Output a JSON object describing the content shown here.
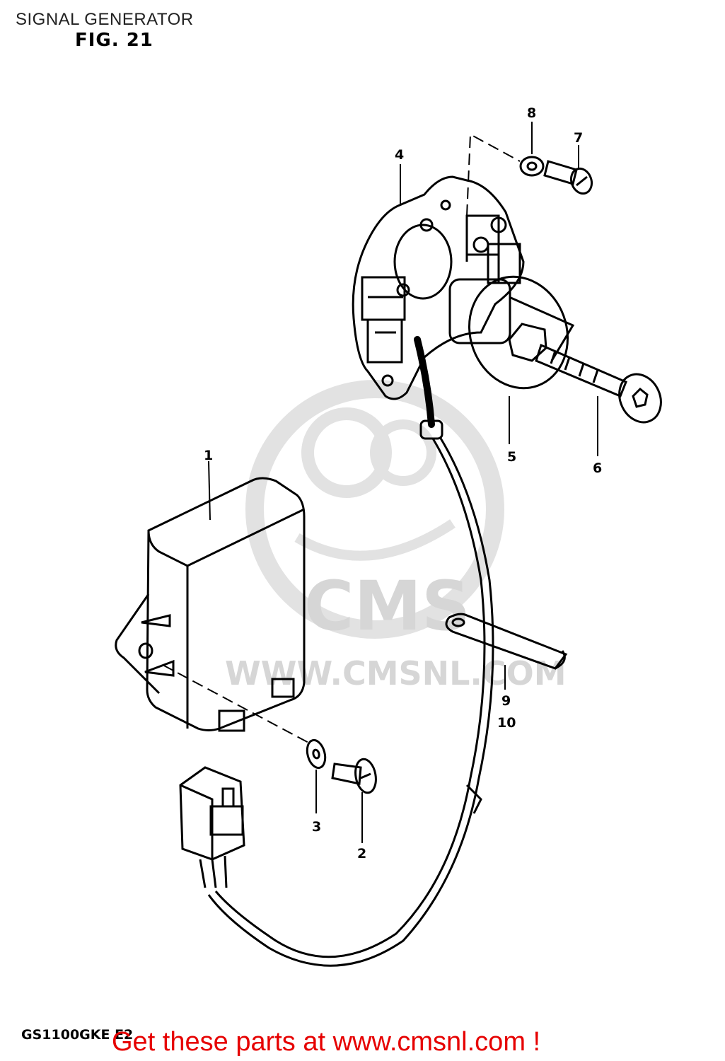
{
  "header": {
    "title": "SIGNAL GENERATOR",
    "figure": "FIG. 21"
  },
  "parts": {
    "p1": "1",
    "p2": "2",
    "p3": "3",
    "p4": "4",
    "p5": "5",
    "p6": "6",
    "p7": "7",
    "p8": "8",
    "p9": "9",
    "p10": "10"
  },
  "watermark": {
    "logo": "CMS",
    "url": "WWW.CMSNL.COM"
  },
  "footer": {
    "model": "GS1100GKE E2",
    "cta": "Get these parts at www.cmsnl.com !"
  },
  "colors": {
    "cta": "#e60000",
    "watermark": "#d6d6d6"
  }
}
